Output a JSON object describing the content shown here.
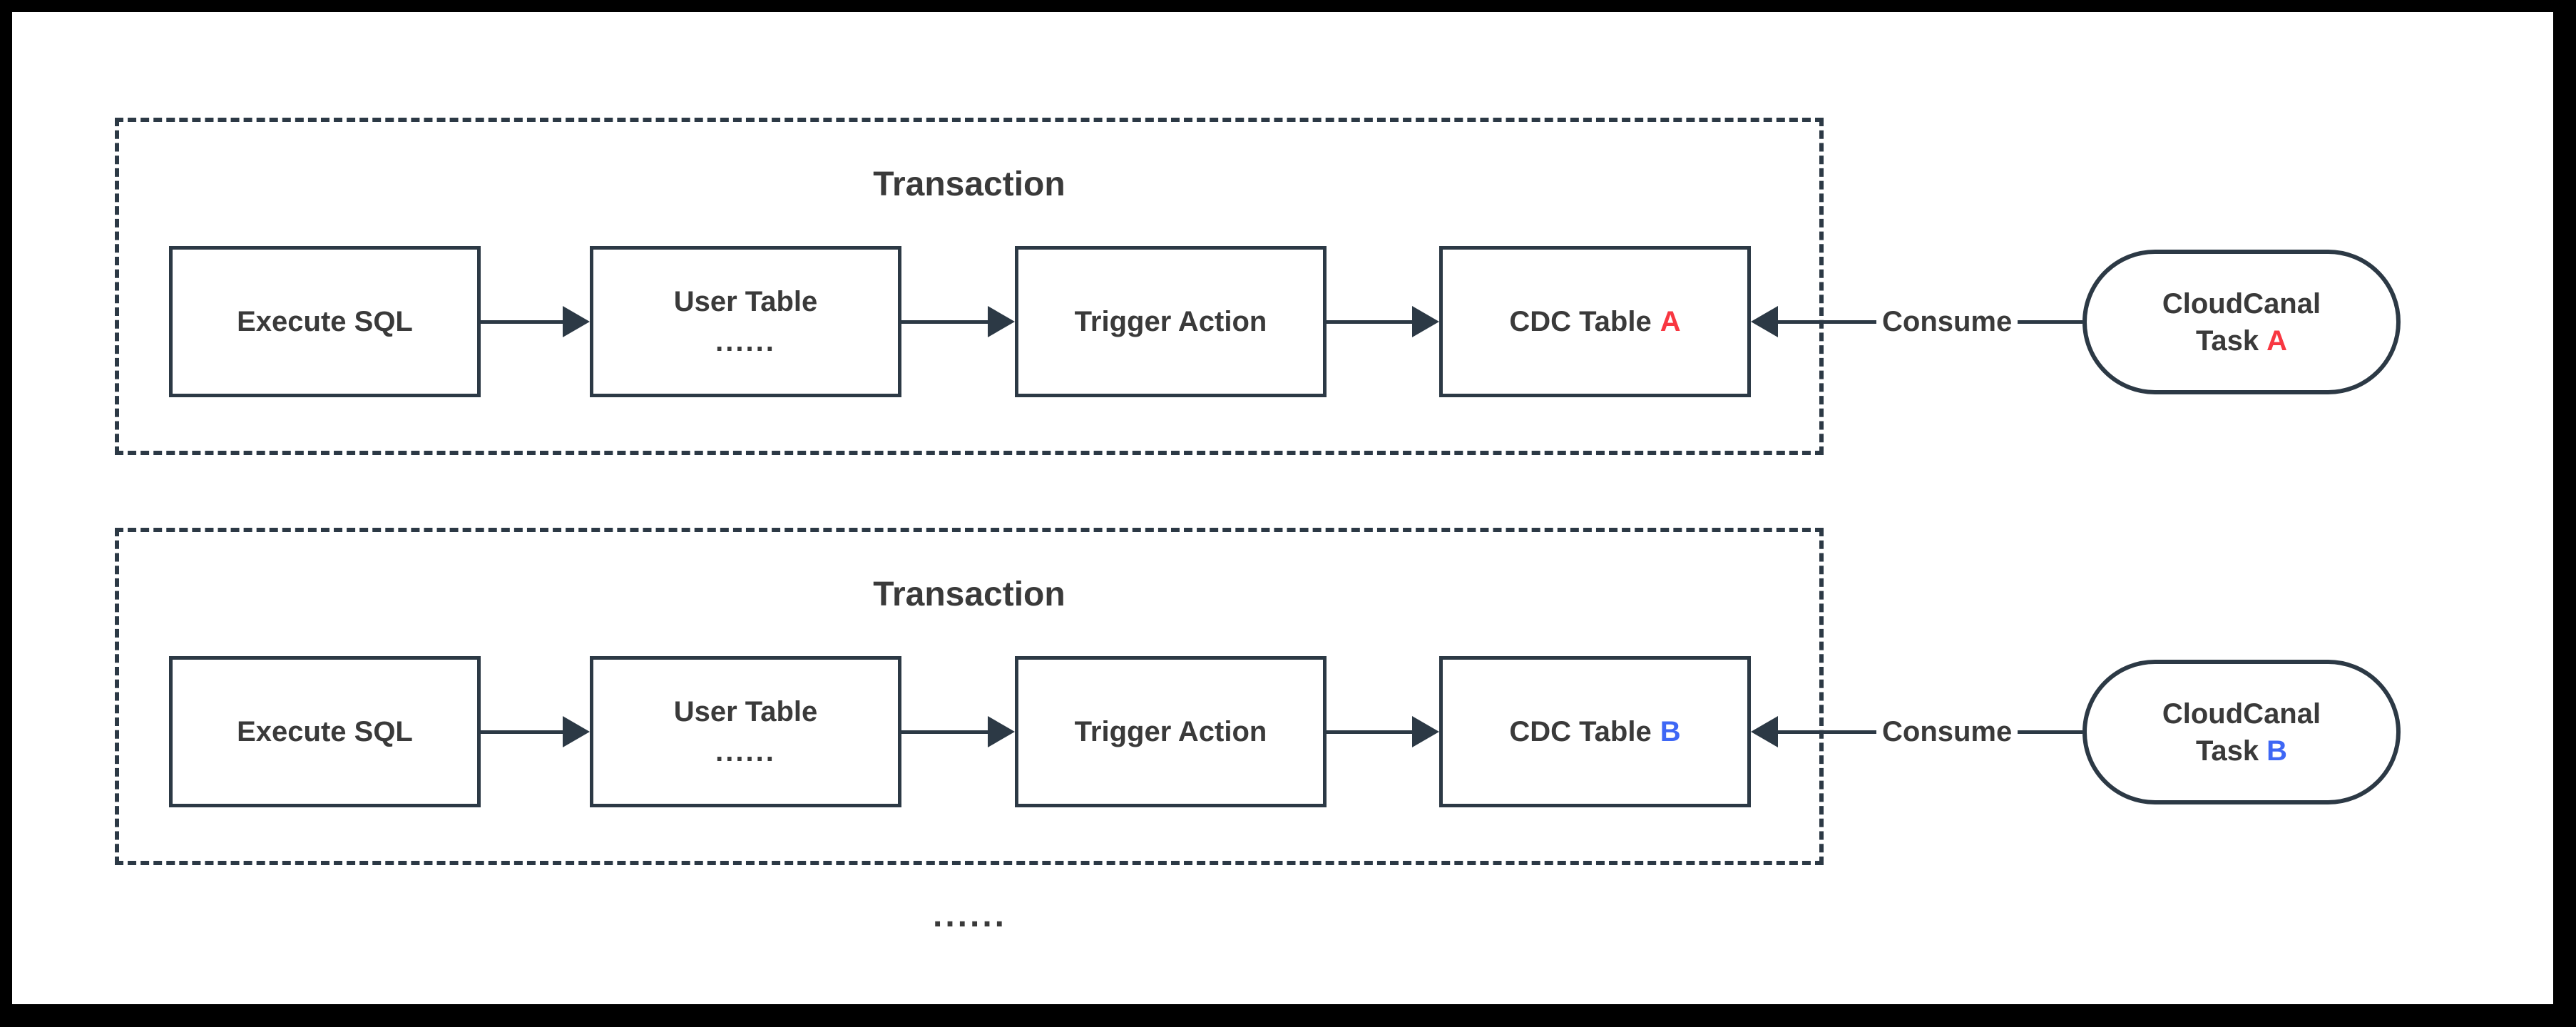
{
  "colors": {
    "frame": "#000000",
    "surface": "#ffffff",
    "stroke": "#2c3945",
    "text": "#3a3a3a",
    "task_a_accent": "#f83741",
    "task_b_accent": "#3e67f5"
  },
  "groups": [
    {
      "title": "Transaction",
      "nodes": [
        {
          "label": "Execute SQL"
        },
        {
          "label": "User Table",
          "sub": "......"
        },
        {
          "label": "Trigger Action"
        },
        {
          "label": "CDC Table",
          "suffix": "A"
        }
      ],
      "consume_label": "Consume",
      "task": {
        "line1": "CloudCanal",
        "line2_prefix": "Task",
        "suffix": "A"
      }
    },
    {
      "title": "Transaction",
      "nodes": [
        {
          "label": "Execute SQL"
        },
        {
          "label": "User Table",
          "sub": "......"
        },
        {
          "label": "Trigger Action"
        },
        {
          "label": "CDC Table",
          "suffix": "B"
        }
      ],
      "consume_label": "Consume",
      "task": {
        "line1": "CloudCanal",
        "line2_prefix": "Task",
        "suffix": "B"
      }
    }
  ],
  "ellipsis": "......"
}
